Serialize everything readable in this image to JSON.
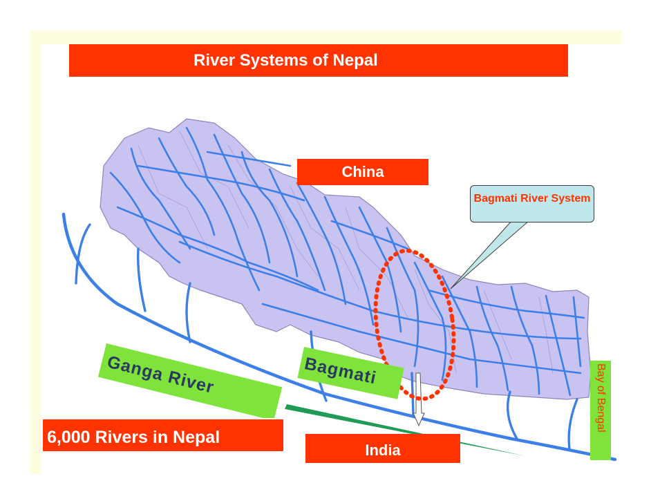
{
  "title": "River Systems of Nepal",
  "labels": {
    "china": "China",
    "india": "India",
    "callout": "Bagmati River System",
    "ganga": "Ganga River",
    "bagmati": "Bagmati",
    "bay": "Bay of Bengal",
    "rivers_count": "6,000 Rivers in Nepal"
  },
  "colors": {
    "banner": "#ff3300",
    "label_green": "#7fe33c",
    "country_fill": "#c9c3f2",
    "river_blue": "#3d7fe8",
    "callout_fill": "#bfe7ec",
    "highlight_dotted": "#ff3300"
  }
}
